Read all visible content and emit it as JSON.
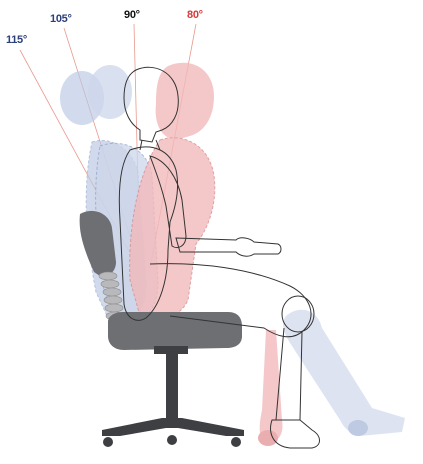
{
  "angles": [
    {
      "id": "a115",
      "label": "115°",
      "color": "#2b3f7a"
    },
    {
      "id": "a105",
      "label": "105°",
      "color": "#2b3f7a"
    },
    {
      "id": "a90",
      "label": "90°",
      "color": "#111111"
    },
    {
      "id": "a80",
      "label": "80°",
      "color": "#d63a3a"
    }
  ],
  "colors": {
    "chair": "#6e6f73",
    "chair_dark": "#3e3f42",
    "spine": "#b9b9bb",
    "posture_115": "#b9c7e3",
    "posture_105": "#cdd6ea",
    "posture_80": "#f2b9bb",
    "outline_90": "#333333",
    "guide_line": "#e89a8e"
  },
  "icons": {
    "chair": "office-chair-icon",
    "figure": "seated-mannequin-icon"
  }
}
